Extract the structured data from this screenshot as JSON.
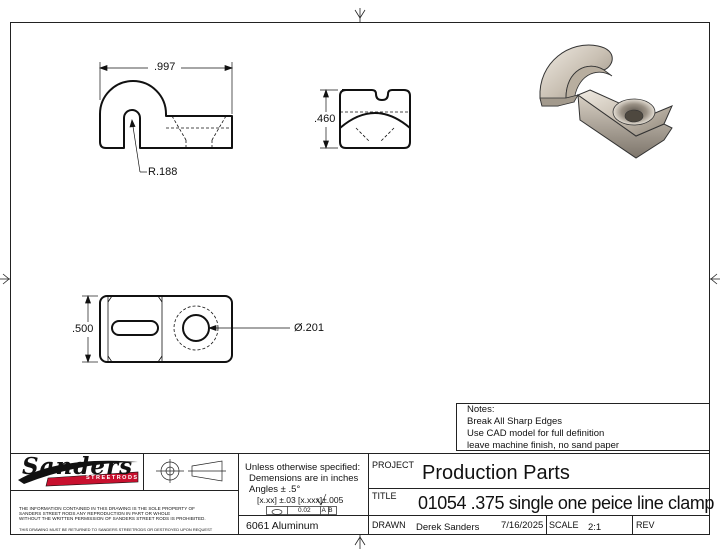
{
  "drawing": {
    "dims": {
      "width_top": ".997",
      "radius": "R.188",
      "height_side": ".460",
      "width_bottom": ".500",
      "hole": "Ø.201"
    },
    "notes": {
      "heading": "Notes:",
      "lines": [
        "Break All Sharp Edges",
        "Use CAD model for full definition",
        "leave machine finish, no sand paper"
      ]
    }
  },
  "title_block": {
    "logo_text": "Sanders",
    "logo_sub": "STREETRODS",
    "disclaimer": [
      "THE INFORMATION CONTAINED IN THIS DRAWING IS THE SOLE PROPERTY OF",
      "SANDERS STREET RODS ANY REPRODUCTION IN PART OR WHOLE",
      "WITHOUT THE WRITTEN PERMISSION OF SANDERS STREET RODS IS PROHIBITED."
    ],
    "return_note": "THIS DRAWING MUST BE RETURNED TO SANDERS STREETRODS OR DESTROYED UPON REQUEST",
    "tolerance": {
      "line1": "Unless otherwise specified:",
      "line2": "Demensions are in inches",
      "line3": "Angles ± .5°",
      "line4": "[x.xx] ±.03 [x.xxx]±.005",
      "frame_value": "0.02",
      "frame_datums": "A B"
    },
    "material": "6061 Aluminum",
    "project_label": "PROJECT",
    "project_value": "Production Parts",
    "title_label": "TITLE",
    "title_value": "01054 .375 single one peice line clamp",
    "drawn_label": "DRAWN",
    "drawn_by": "Derek Sanders",
    "date": "7/16/2025",
    "scale_label": "SCALE",
    "scale_value": "2:1",
    "rev_label": "REV"
  }
}
